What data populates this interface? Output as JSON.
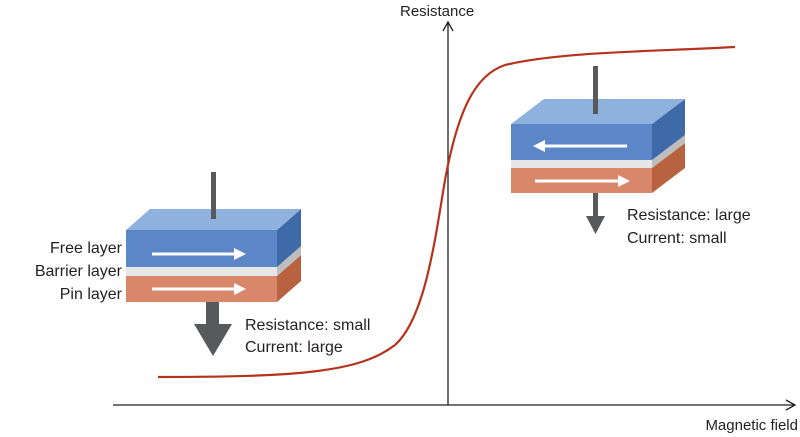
{
  "axes": {
    "y_label": "Resistance",
    "x_label": "Magnetic field"
  },
  "left_stack": {
    "layers": [
      "Free layer",
      "Barrier layer",
      "Pin layer"
    ],
    "resistance": "Resistance: small",
    "current": "Current: large",
    "state": "parallel"
  },
  "right_stack": {
    "resistance": "Resistance: large",
    "current": "Current: small",
    "state": "antiparallel"
  },
  "colors": {
    "curve": "#b5331c",
    "free_layer_top": "#8fb1de",
    "free_layer_front": "#5b87c8",
    "free_layer_side": "#3e6aa8",
    "barrier_layer": "#e6e6e6",
    "pin_layer_front": "#d9876a",
    "pin_layer_side": "#b9623f",
    "terminal": "#58595b"
  }
}
